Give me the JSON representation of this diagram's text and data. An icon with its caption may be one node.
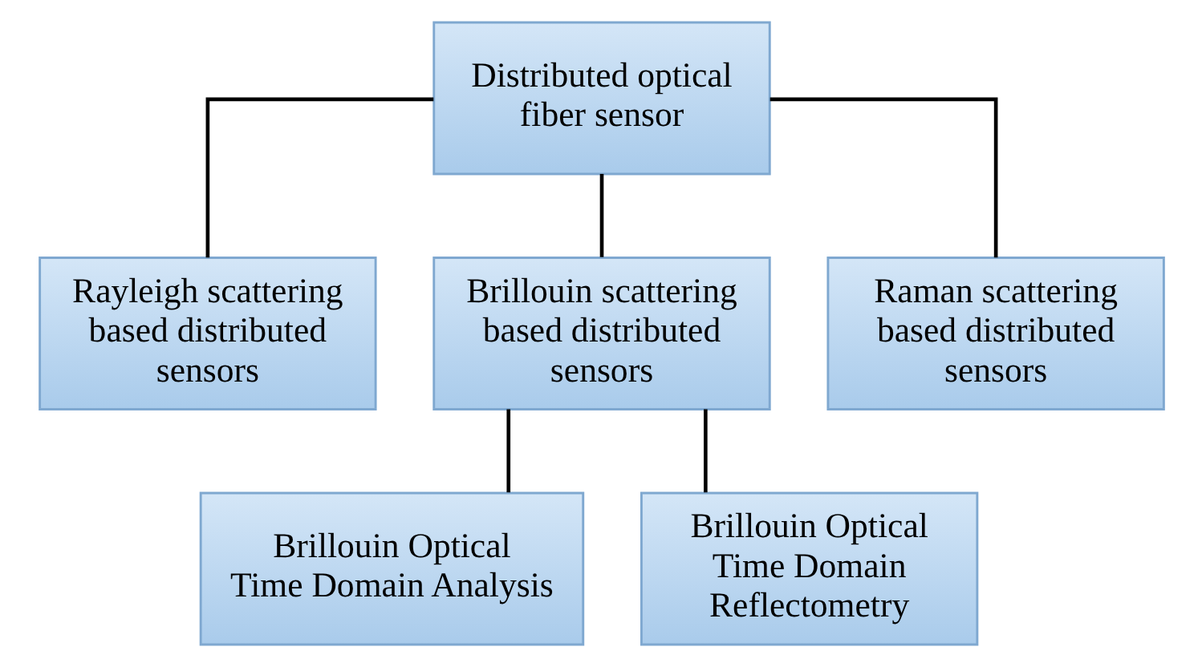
{
  "diagram": {
    "nodes": [
      {
        "text": [
          "Distributed optical fiber sensor"
        ]
      },
      {
        "text": [
          "Rayleigh scattering based distributed sensors"
        ]
      },
      {
        "text": [
          "Brillouin scattering based distributed sensors"
        ]
      },
      {
        "text": [
          "Raman scattering based distributed sensors"
        ]
      },
      {
        "text": [
          "Brillouin Optical Time Domain Analysis"
        ]
      },
      {
        "text": [
          "Brillouin Optical Time Domain Reflectometry"
        ]
      }
    ],
    "edges": [
      {
        "from": 0,
        "to": 1,
        "arrow": "none"
      },
      {
        "from": 0,
        "to": 2,
        "arrow": "none"
      },
      {
        "from": 0,
        "to": 3,
        "arrow": "none"
      },
      {
        "from": 2,
        "to": 4,
        "arrow": "none"
      },
      {
        "from": 2,
        "to": 5,
        "arrow": "none"
      }
    ]
  }
}
